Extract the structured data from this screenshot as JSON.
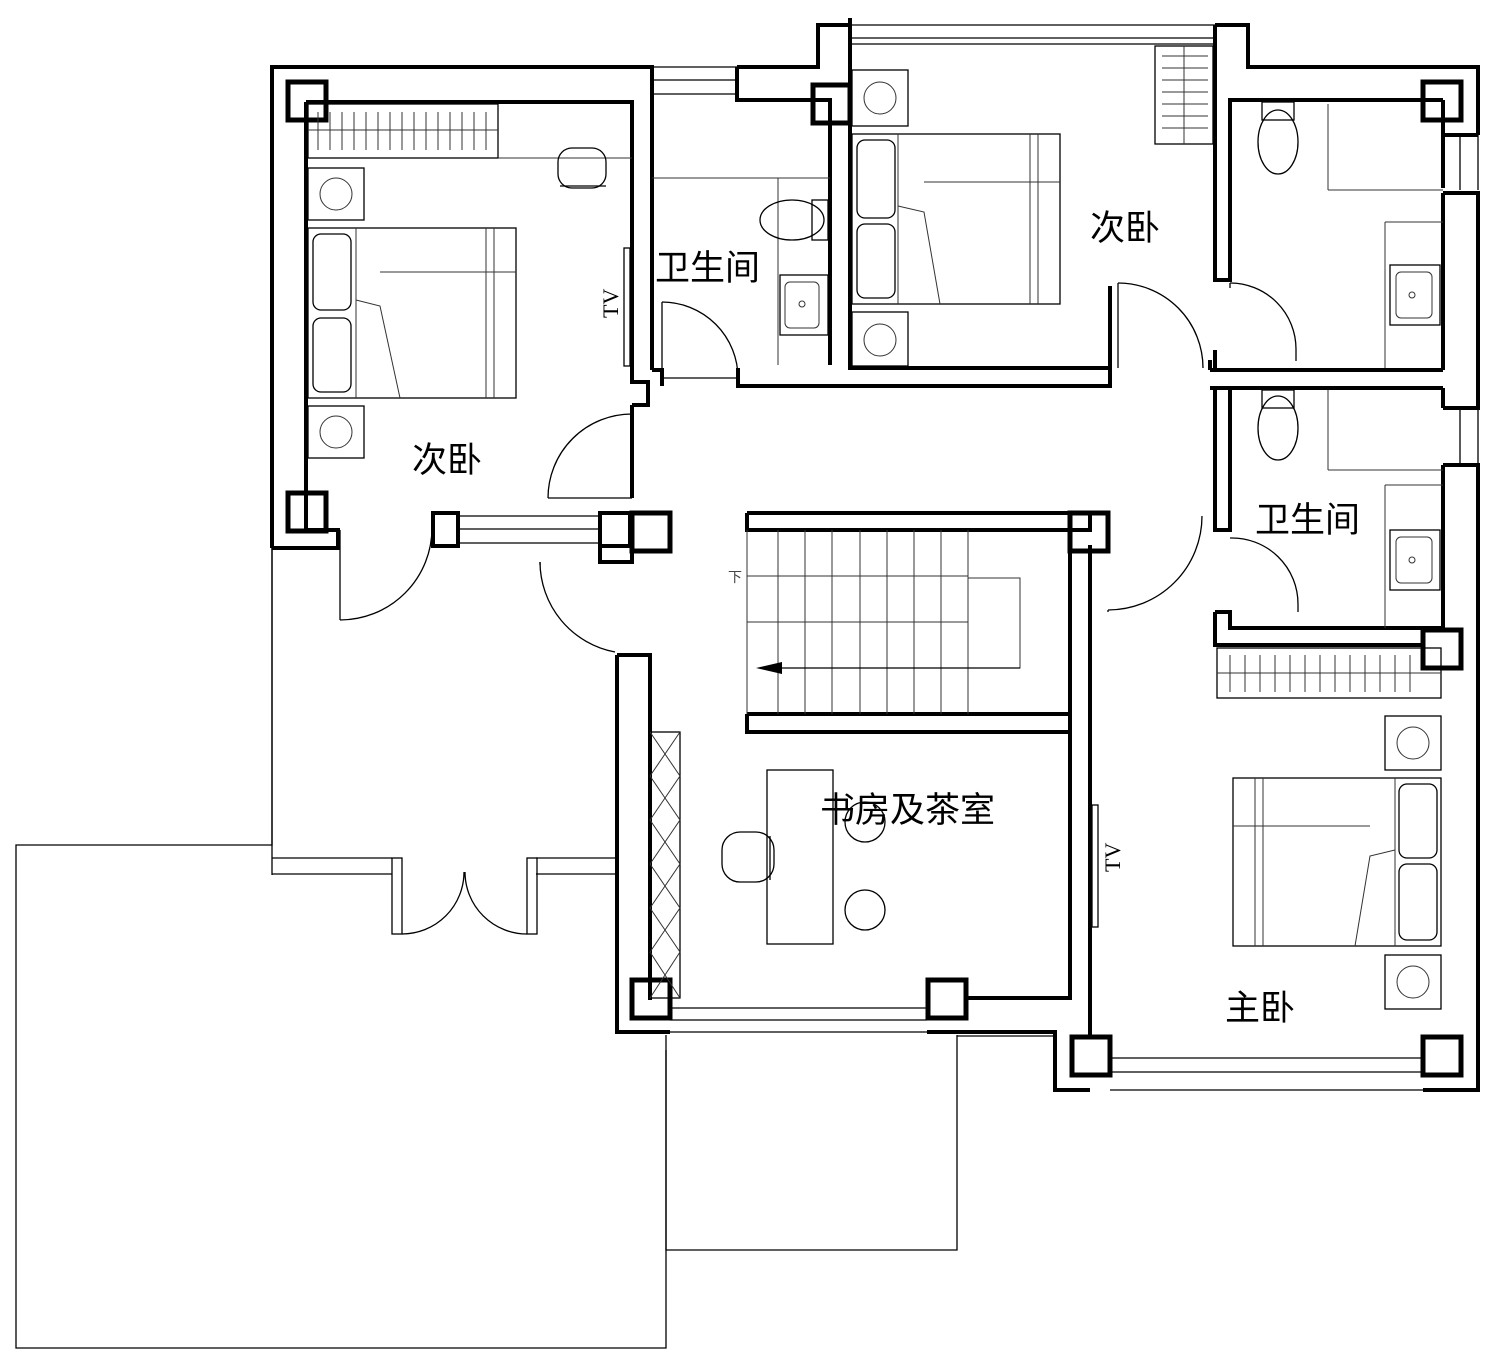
{
  "plan": {
    "rooms": {
      "bedroom_nw": "次卧",
      "bathroom_n": "卫生间",
      "bedroom_n": "次卧",
      "bathroom_e": "卫生间",
      "study": "书房及茶室",
      "master_bedroom": "主卧"
    },
    "tv_labels": {
      "tv_west": "TV",
      "tv_east": "TV"
    },
    "stair_note": "下"
  }
}
